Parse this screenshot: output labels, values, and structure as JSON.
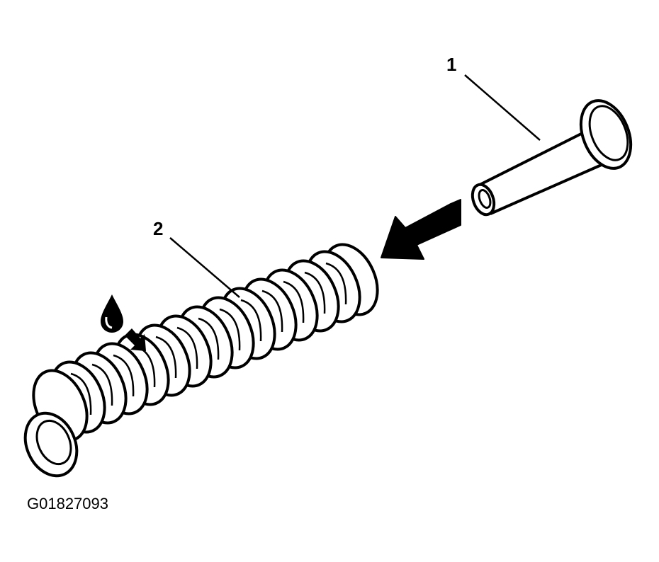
{
  "diagram": {
    "callouts": [
      {
        "id": "1",
        "label": "1",
        "part": "pin"
      },
      {
        "id": "2",
        "label": "2",
        "part": "spring"
      }
    ],
    "figure_id": "G01827093",
    "icons": {
      "oil": "oil-drop-icon",
      "direction": "install-direction-arrow"
    },
    "colors": {
      "line": "#000000",
      "fill": "#ffffff"
    }
  }
}
